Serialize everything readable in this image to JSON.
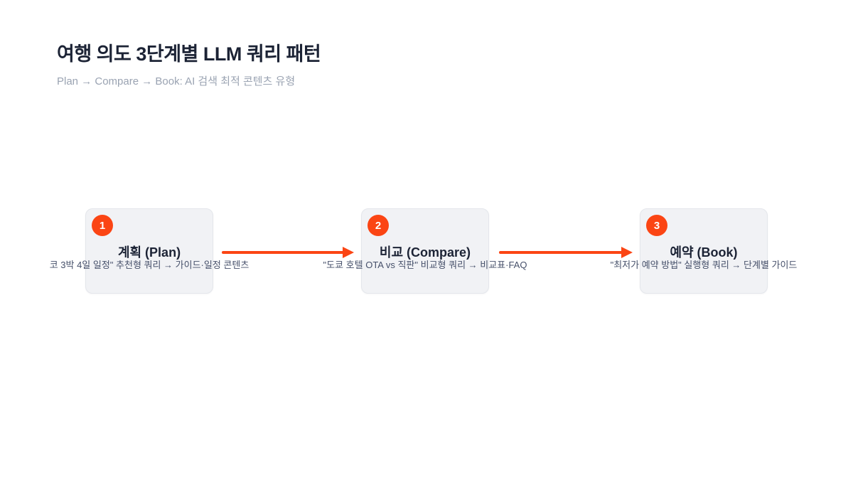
{
  "page": {
    "title": "여행 의도 3단계별 LLM 쿼리 패턴",
    "subtitle": "Plan → Compare → Book: AI 검색 최적 콘텐츠 유형"
  },
  "colors": {
    "accent": "#fb4514",
    "heading_text": "#1c2335",
    "muted_text": "#9aa3b2",
    "desc_text": "#46506a",
    "box_bg": "#f1f2f5",
    "box_border": "#e4e6eb",
    "background": "#ffffff"
  },
  "stages": [
    {
      "number": "1",
      "title": "계획 (Plan)",
      "description": "코 3박 4일 일정\" 추천형 쿼리 → 가이드·일정 콘텐츠"
    },
    {
      "number": "2",
      "title": "비교 (Compare)",
      "description": "\"도쿄 호텔 OTA vs 직판\" 비교형 쿼리 → 비교표·FAQ"
    },
    {
      "number": "3",
      "title": "예약 (Book)",
      "description": "\"최저가 예약 방법\" 실행형 쿼리 → 단계별 가이드"
    }
  ]
}
